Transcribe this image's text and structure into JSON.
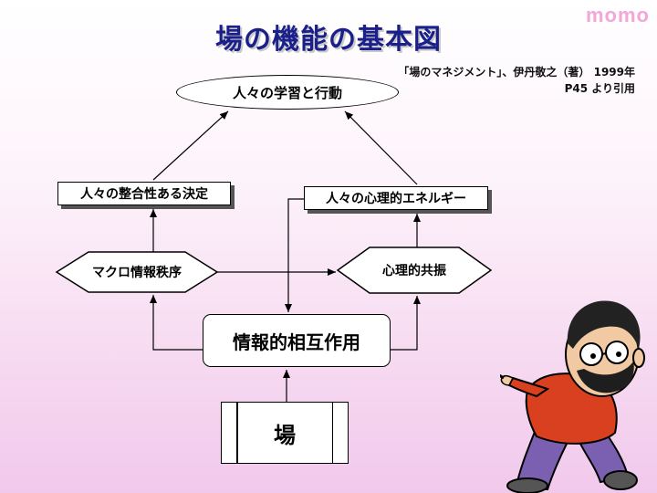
{
  "brand": "momo",
  "title": "場の機能の基本図",
  "citation": {
    "line1": "「場のマネジメント」、伊丹敬之（著） 1999年",
    "line2": "P45 より引用"
  },
  "nodes": {
    "learning": "人々の学習と行動",
    "decision": "人々の整合性ある決定",
    "energy": "人々の心理的エネルギー",
    "macro": "マクロ情報秩序",
    "resonance": "心理的共振",
    "interaction": "情報的相互作用",
    "ba": "場"
  }
}
